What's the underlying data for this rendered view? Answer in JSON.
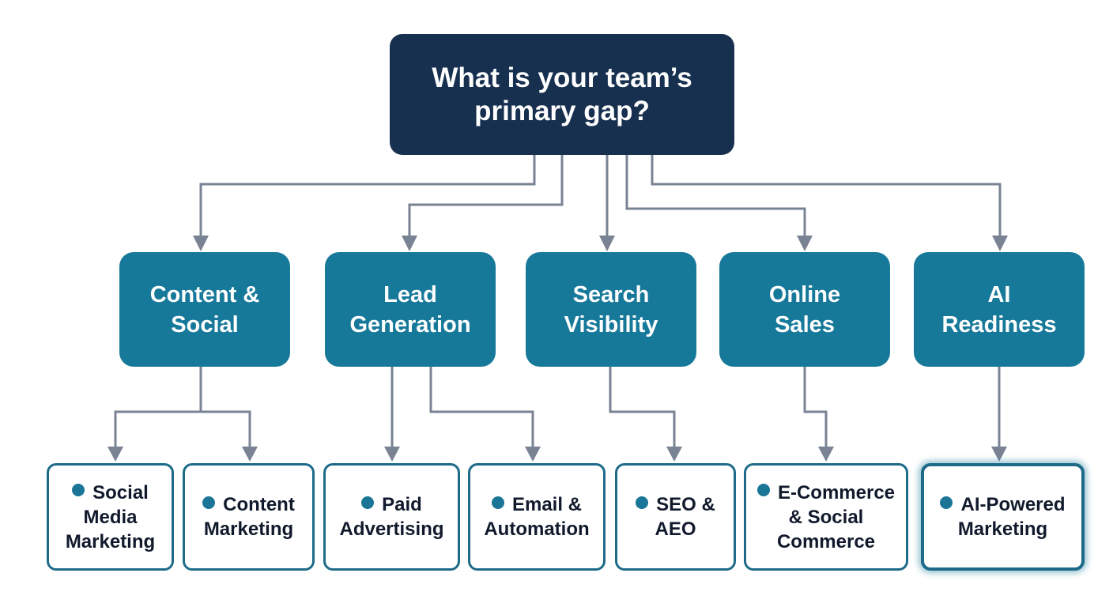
{
  "root": {
    "question": "What is your team’s primary gap?"
  },
  "colors": {
    "root_bg": "#17304f",
    "category_bg": "#17799a",
    "leaf_border": "#1d6b89",
    "bullet": "#1a7596",
    "connector": "#7a8394",
    "leaf_text": "#111a2c"
  },
  "categories": [
    {
      "label_line1": "Content &",
      "label_line2": "Social",
      "children": [
        {
          "line1": "Social",
          "line2": "Media",
          "line3": "Marketing"
        },
        {
          "line1": "Content",
          "line2": "Marketing"
        }
      ]
    },
    {
      "label_line1": "Lead",
      "label_line2": "Generation",
      "children": [
        {
          "line1": "Paid",
          "line2": "Advertising"
        },
        {
          "line1": "Email &",
          "line2": "Automation"
        }
      ]
    },
    {
      "label_line1": "Search",
      "label_line2": "Visibility",
      "children": [
        {
          "line1": "SEO &",
          "line2": "AEO"
        }
      ]
    },
    {
      "label_line1": "Online",
      "label_line2": "Sales",
      "children": [
        {
          "line1": "E-Commerce",
          "line2": "& Social",
          "line3": "Commerce"
        }
      ]
    },
    {
      "label_line1": "AI",
      "label_line2": "Readiness",
      "children": [
        {
          "line1": "AI-Powered",
          "line2": "Marketing",
          "highlighted": true
        }
      ]
    }
  ],
  "icons": {
    "bullet": "bullet-dot-icon",
    "arrow": "arrow-down-icon"
  }
}
